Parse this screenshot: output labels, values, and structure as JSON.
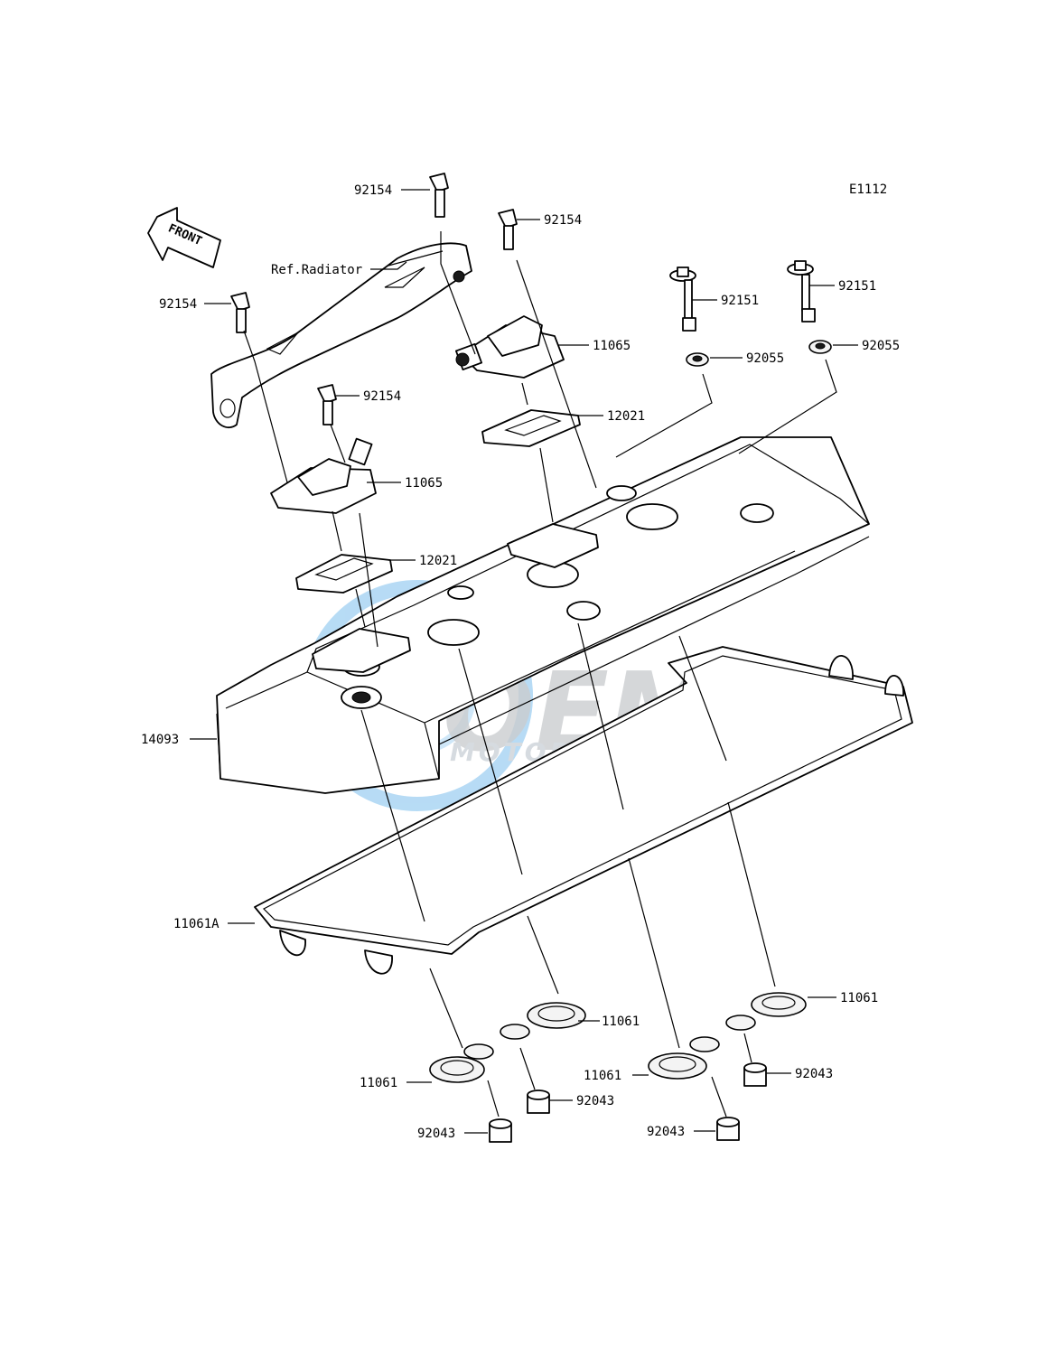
{
  "diagram_code": "E1112",
  "front_label": "FRONT",
  "watermark": {
    "brand": "OEM",
    "sub": "MOTORPARTS",
    "color": "#5aaee6"
  },
  "labels": {
    "bolt_top_left": "92154",
    "bolt_top_mid": "92154",
    "ref_radiator": "Ref.Radiator",
    "bolt_left": "92154",
    "bolt_mid_left": "92154",
    "bolt_cover_left": "92151",
    "bolt_cover_right": "92151",
    "washer_left": "92055",
    "washer_right": "92055",
    "pipe_right": "11065",
    "pipe_left": "11065",
    "reed_right": "12021",
    "reed_left": "12021",
    "head_cover": "14093",
    "gasket_main": "11061A",
    "gasket_plug_a": "11061",
    "gasket_plug_b": "11061",
    "gasket_plug_c": "11061",
    "gasket_plug_d": "11061",
    "collar_a": "92043",
    "collar_b": "92043",
    "collar_c": "92043",
    "collar_d": "92043"
  }
}
